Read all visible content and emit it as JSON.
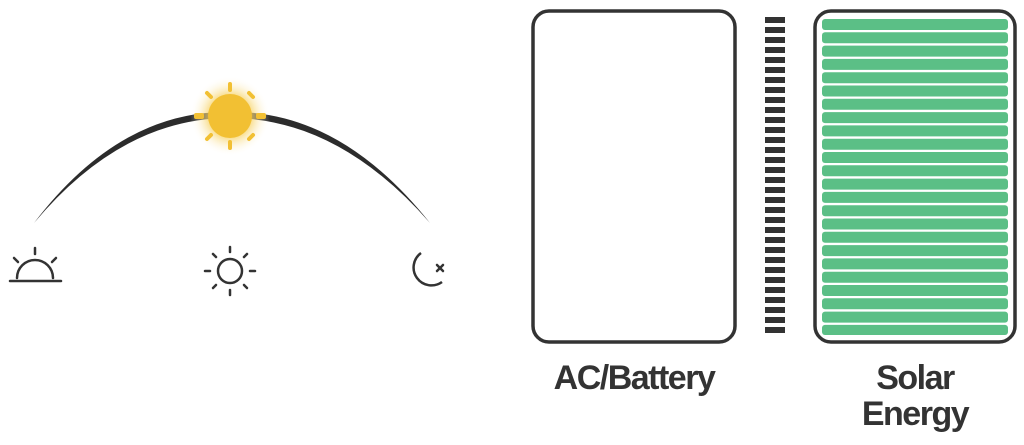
{
  "labels": {
    "ac_battery": "AC/Battery",
    "solar_line1": "Solar",
    "solar_line2": "Energy"
  },
  "icons": [
    "sunrise-icon",
    "midday-sun-icon",
    "night-moon-icon",
    "sun-icon"
  ],
  "colors": {
    "sun": "#f2c033",
    "arc": "#2c2c2c",
    "solar_fill": "#5bbf86",
    "outline": "#333333"
  },
  "solar_fill_fraction": 1.0,
  "ac_battery_fill_fraction": 0.0
}
